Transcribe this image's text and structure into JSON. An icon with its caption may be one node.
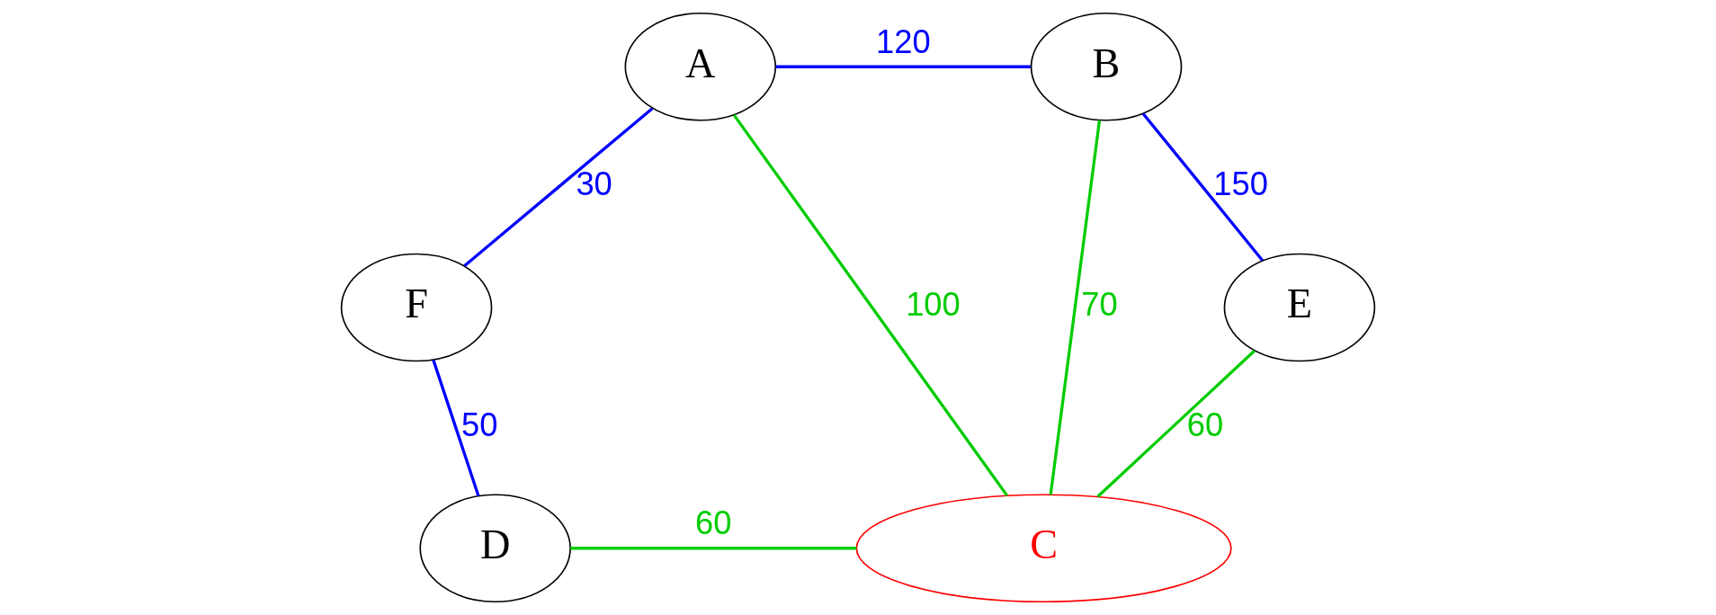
{
  "diagram": {
    "nodes": [
      {
        "text": [
          "A"
        ]
      },
      {
        "text": [
          "B"
        ]
      },
      {
        "text": [
          "C"
        ]
      },
      {
        "text": [
          "D"
        ]
      },
      {
        "text": [
          "E"
        ]
      },
      {
        "text": [
          "F"
        ]
      }
    ],
    "edges": [
      {
        "from": 5,
        "to": 0,
        "arrow": "none",
        "label": "30",
        "color": "#0000ff"
      },
      {
        "from": 0,
        "to": 1,
        "arrow": "none",
        "label": "120",
        "color": "#0000ff"
      },
      {
        "from": 1,
        "to": 4,
        "arrow": "none",
        "label": "150",
        "color": "#0000ff"
      },
      {
        "from": 5,
        "to": 3,
        "arrow": "none",
        "label": "50",
        "color": "#0000ff"
      },
      {
        "from": 0,
        "to": 2,
        "arrow": "none",
        "label": "100",
        "color": "#00cc00"
      },
      {
        "from": 1,
        "to": 2,
        "arrow": "none",
        "label": "70",
        "color": "#00cc00"
      },
      {
        "from": 3,
        "to": 2,
        "arrow": "none",
        "label": "60",
        "color": "#00cc00"
      },
      {
        "from": 4,
        "to": 2,
        "arrow": "none",
        "label": "60",
        "color": "#00cc00"
      }
    ]
  }
}
